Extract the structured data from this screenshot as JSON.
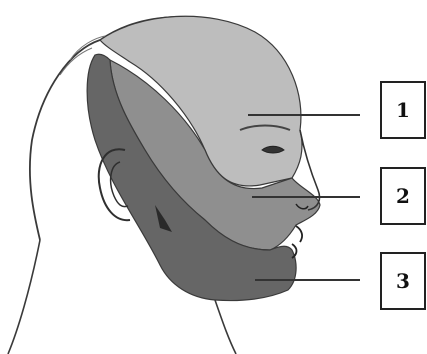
{
  "colors": {
    "background": "#ffffff",
    "outline": "#3a3a3a",
    "zone_1": "#bdbdbd",
    "zone_2": "#8f8f8f",
    "zone_3": "#666666",
    "leader_line": "#333333",
    "box_border": "#222222",
    "box_text": "#111111"
  },
  "zones": [
    {
      "label": "1"
    },
    {
      "label": "2"
    },
    {
      "label": "3"
    }
  ]
}
